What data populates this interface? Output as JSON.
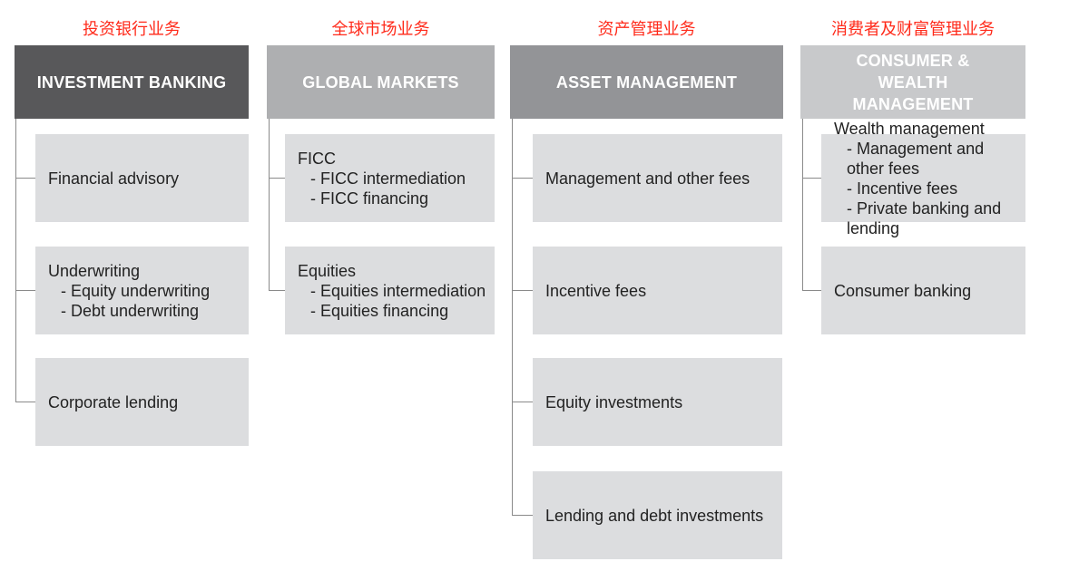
{
  "columns": [
    {
      "cn_label": "投资银行业务",
      "title": "INVESTMENT BANKING",
      "color": "#58585a",
      "items": [
        {
          "main": "Financial advisory",
          "subs": []
        },
        {
          "main": "Underwriting",
          "subs": [
            "- Equity underwriting",
            "- Debt underwriting"
          ]
        },
        {
          "main": "Corporate lending",
          "subs": []
        }
      ]
    },
    {
      "cn_label": "全球市场业务",
      "title": "GLOBAL MARKETS",
      "color": "#aeafb1",
      "items": [
        {
          "main": "FICC",
          "subs": [
            "- FICC intermediation",
            "- FICC financing"
          ]
        },
        {
          "main": "Equities",
          "subs": [
            "- Equities intermediation",
            "- Equities financing"
          ]
        }
      ]
    },
    {
      "cn_label": "资产管理业务",
      "title": "ASSET MANAGEMENT",
      "color": "#939497",
      "items": [
        {
          "main": "Management and other fees",
          "subs": []
        },
        {
          "main": "Incentive fees",
          "subs": []
        },
        {
          "main": "Equity investments",
          "subs": []
        },
        {
          "main": "Lending and debt investments",
          "subs": []
        }
      ]
    },
    {
      "cn_label": "消费者及财富管理业务",
      "title": "CONSUMER & WEALTH MANAGEMENT",
      "color": "#c8c9cb",
      "items": [
        {
          "main": "Wealth management",
          "subs": [
            "- Management and other fees",
            "- Incentive fees",
            "- Private banking and lending"
          ]
        },
        {
          "main": "Consumer banking",
          "subs": []
        }
      ]
    }
  ]
}
